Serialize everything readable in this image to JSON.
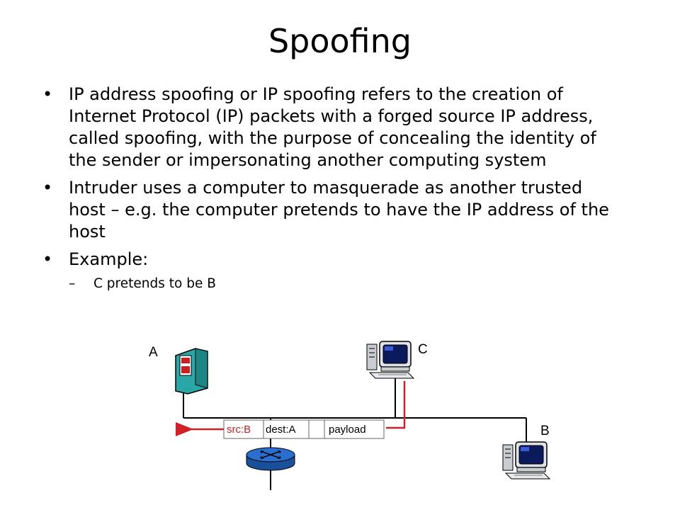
{
  "slide": {
    "title": "Spoofing",
    "bullets": [
      {
        "text": "IP address spoofing or IP spoofing refers to the creation of Internet Protocol (IP) packets with a forged source IP address, called spoofing, with the purpose of concealing the identity of the sender or impersonating another computing system"
      },
      {
        "text": "Intruder uses a computer to masquerade as another trusted host – e.g. the computer pretends to have the IP address of the host"
      },
      {
        "text": "Example:"
      }
    ],
    "sub_bullets": [
      {
        "text": "C pretends to be B"
      }
    ]
  },
  "diagram": {
    "host_a_label": "A",
    "host_b_label": "B",
    "host_c_label": "C",
    "packet": {
      "src": "src:B",
      "dest": "dest:A",
      "payload": "payload"
    },
    "colors": {
      "server_teal": "#2aa6a6",
      "router_blue": "#1f5fb5",
      "spoof_red": "#d0202a",
      "packet_red_text": "#cc2020"
    }
  }
}
